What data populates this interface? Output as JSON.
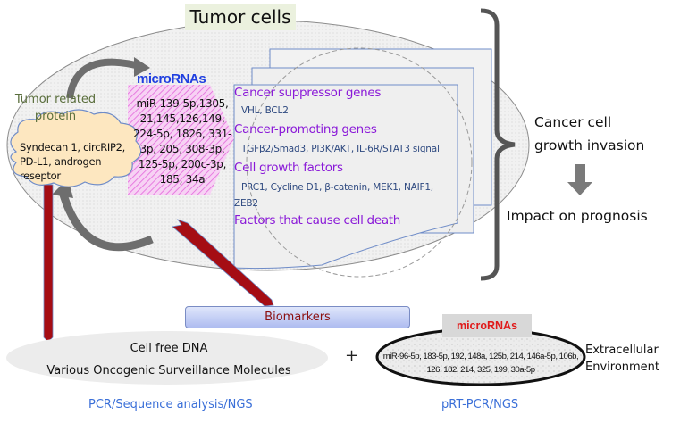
{
  "title": "Tumor cells",
  "microrna_intracellular": {
    "heading": "microRNAs",
    "list": "miR-139-5p,1305, 21,145,126,149, 224-5p, 1826, 331-3p, 205, 308-3p, 125-5p, 200c-3p, 185, 34a"
  },
  "tumor_related_protein": {
    "label": "Tumor related protein",
    "items": "Syndecan 1, circRIP2, PD-L1, androgen reseptor"
  },
  "targets": [
    {
      "heading": "Cancer suppressor genes",
      "detail": "VHL, BCL2"
    },
    {
      "heading": "Cancer-promoting genes",
      "detail": "TGFβ2/Smad3, PI3K/AKT, IL-6R/STAT3 signal"
    },
    {
      "heading": "Cell growth factors",
      "detail": "PRC1, Cycline D1, β-catenin, MEK1, NAIF1,",
      "detail2": "ZEB2"
    },
    {
      "heading": "Factors that cause cell death",
      "detail": ""
    }
  ],
  "outcomes": {
    "growth": "Cancer cell growth invasion",
    "growth_line1": "Cancer cell",
    "growth_line2": "growth invasion",
    "prognosis": "Impact on prognosis"
  },
  "biomarkers": {
    "label": "Biomarkers",
    "cfdna_line1": "Cell free DNA",
    "cfdna_line2": "Various Oncogenic Surveillance Molecules",
    "plus": "+",
    "cfdna_method": "PCR/Sequence analysis/NGS",
    "mirna_heading": "microRNAs",
    "mirna_list": "miR-96-5p, 183-5p, 192, 148a, 125b, 214, 146a-5p, 106b, 126, 182, 214, 325, 199, 30a-5p",
    "mirna_method": "pRT-PCR/NGS",
    "environment": "Extracellular Environment",
    "env_line1": "Extracellular",
    "env_line2": "Environment"
  },
  "colors": {
    "purple_heading": "#8a19d8",
    "detail_blue": "#2f4a80",
    "method_blue": "#3a6fd8",
    "dark_red_arrow": "#a50d14",
    "mirna_blue": "#1f3fe0",
    "mirna_red": "#e01a1a"
  }
}
